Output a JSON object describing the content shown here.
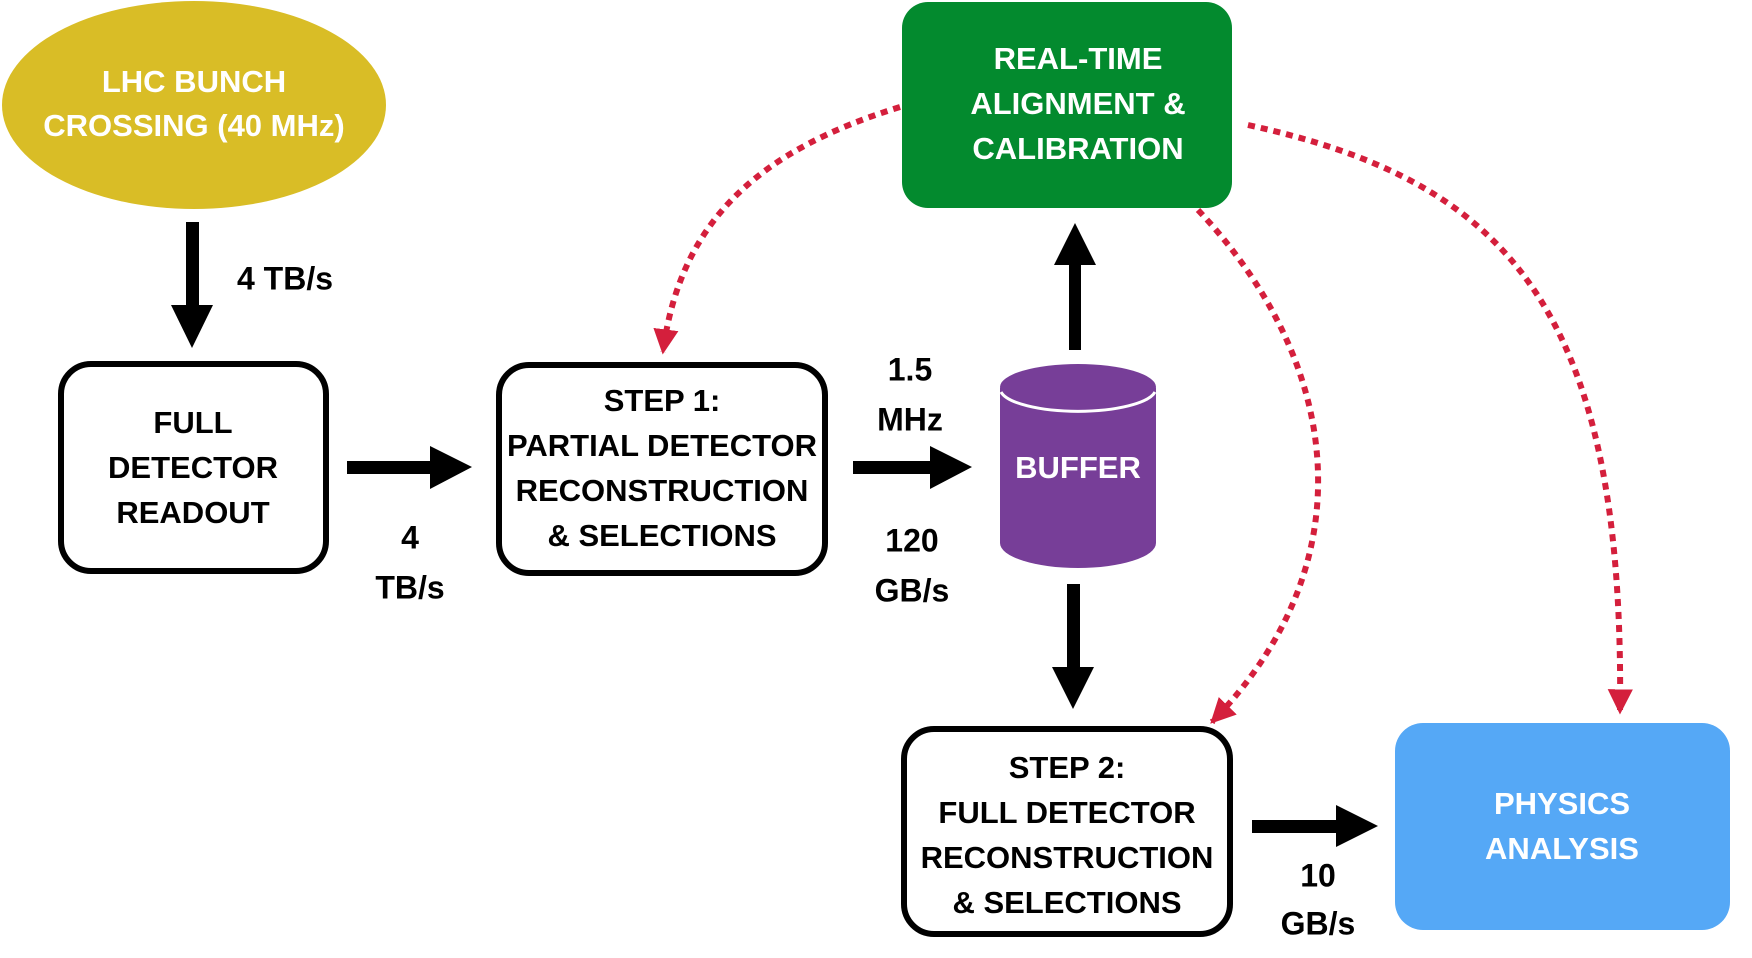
{
  "colors": {
    "crossing": "#d9bd26",
    "alignment": "#038a2e",
    "buffer": "#773e98",
    "physics": "#55a8f6",
    "feedback": "#d41f3c",
    "flow": "#000000"
  },
  "nodes": {
    "crossing": {
      "lines": [
        "LHC BUNCH",
        "CROSSING (40 MHz)"
      ]
    },
    "readout": {
      "lines": [
        "FULL",
        "DETECTOR",
        "READOUT"
      ]
    },
    "step1": {
      "lines": [
        "STEP 1:",
        "PARTIAL DETECTOR",
        "RECONSTRUCTION",
        "& SELECTIONS"
      ]
    },
    "buffer": {
      "lines": [
        "BUFFER"
      ]
    },
    "alignment": {
      "lines": [
        "REAL-TIME",
        "ALIGNMENT &",
        "CALIBRATION"
      ]
    },
    "step2": {
      "lines": [
        "STEP 2:",
        "FULL DETECTOR",
        "RECONSTRUCTION",
        "& SELECTIONS"
      ]
    },
    "physics": {
      "lines": [
        "PHYSICS",
        "ANALYSIS"
      ]
    }
  },
  "edges": {
    "crossing_to_readout": {
      "label": [
        "4 TB/s"
      ]
    },
    "readout_to_step1": {
      "label": [
        "4",
        "TB/s"
      ]
    },
    "step1_to_buffer": {
      "label_top": [
        "1.5",
        "MHz"
      ],
      "label_bottom": [
        "120",
        "GB/s"
      ]
    },
    "buffer_to_alignment": {
      "label": []
    },
    "buffer_to_step2": {
      "label": []
    },
    "step2_to_physics": {
      "label": [
        "10",
        "GB/s"
      ]
    },
    "alignment_to_step1": {
      "style": "dotted"
    },
    "alignment_to_step2": {
      "style": "dotted"
    },
    "alignment_to_physics": {
      "style": "dotted"
    }
  }
}
